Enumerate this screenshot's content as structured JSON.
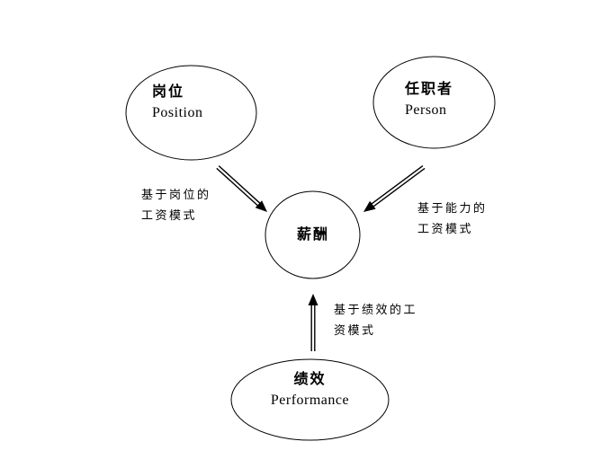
{
  "diagram": {
    "title": "compensation-model-diagram",
    "colors": {
      "background": "#ffffff",
      "line": "#000000",
      "text": "#000000"
    },
    "nodes": {
      "position": {
        "zh": "岗位",
        "en": "Position"
      },
      "person": {
        "zh": "任职者",
        "en": "Person"
      },
      "salary": {
        "zh": "薪酬"
      },
      "performance": {
        "zh": "绩效",
        "en": "Performance"
      }
    },
    "edge_labels": {
      "position_based": {
        "line1": "基于岗位的",
        "line2": "工资模式"
      },
      "ability_based": {
        "line1": "基于能力的",
        "line2": "工资模式"
      },
      "performance_based": {
        "line1": "基于绩效的工",
        "line2": "资模式"
      }
    },
    "arrows": [
      {
        "from": "position",
        "to": "salary",
        "style": "double-line"
      },
      {
        "from": "person",
        "to": "salary",
        "style": "double-line"
      },
      {
        "from": "performance",
        "to": "salary",
        "style": "double-line"
      }
    ]
  }
}
